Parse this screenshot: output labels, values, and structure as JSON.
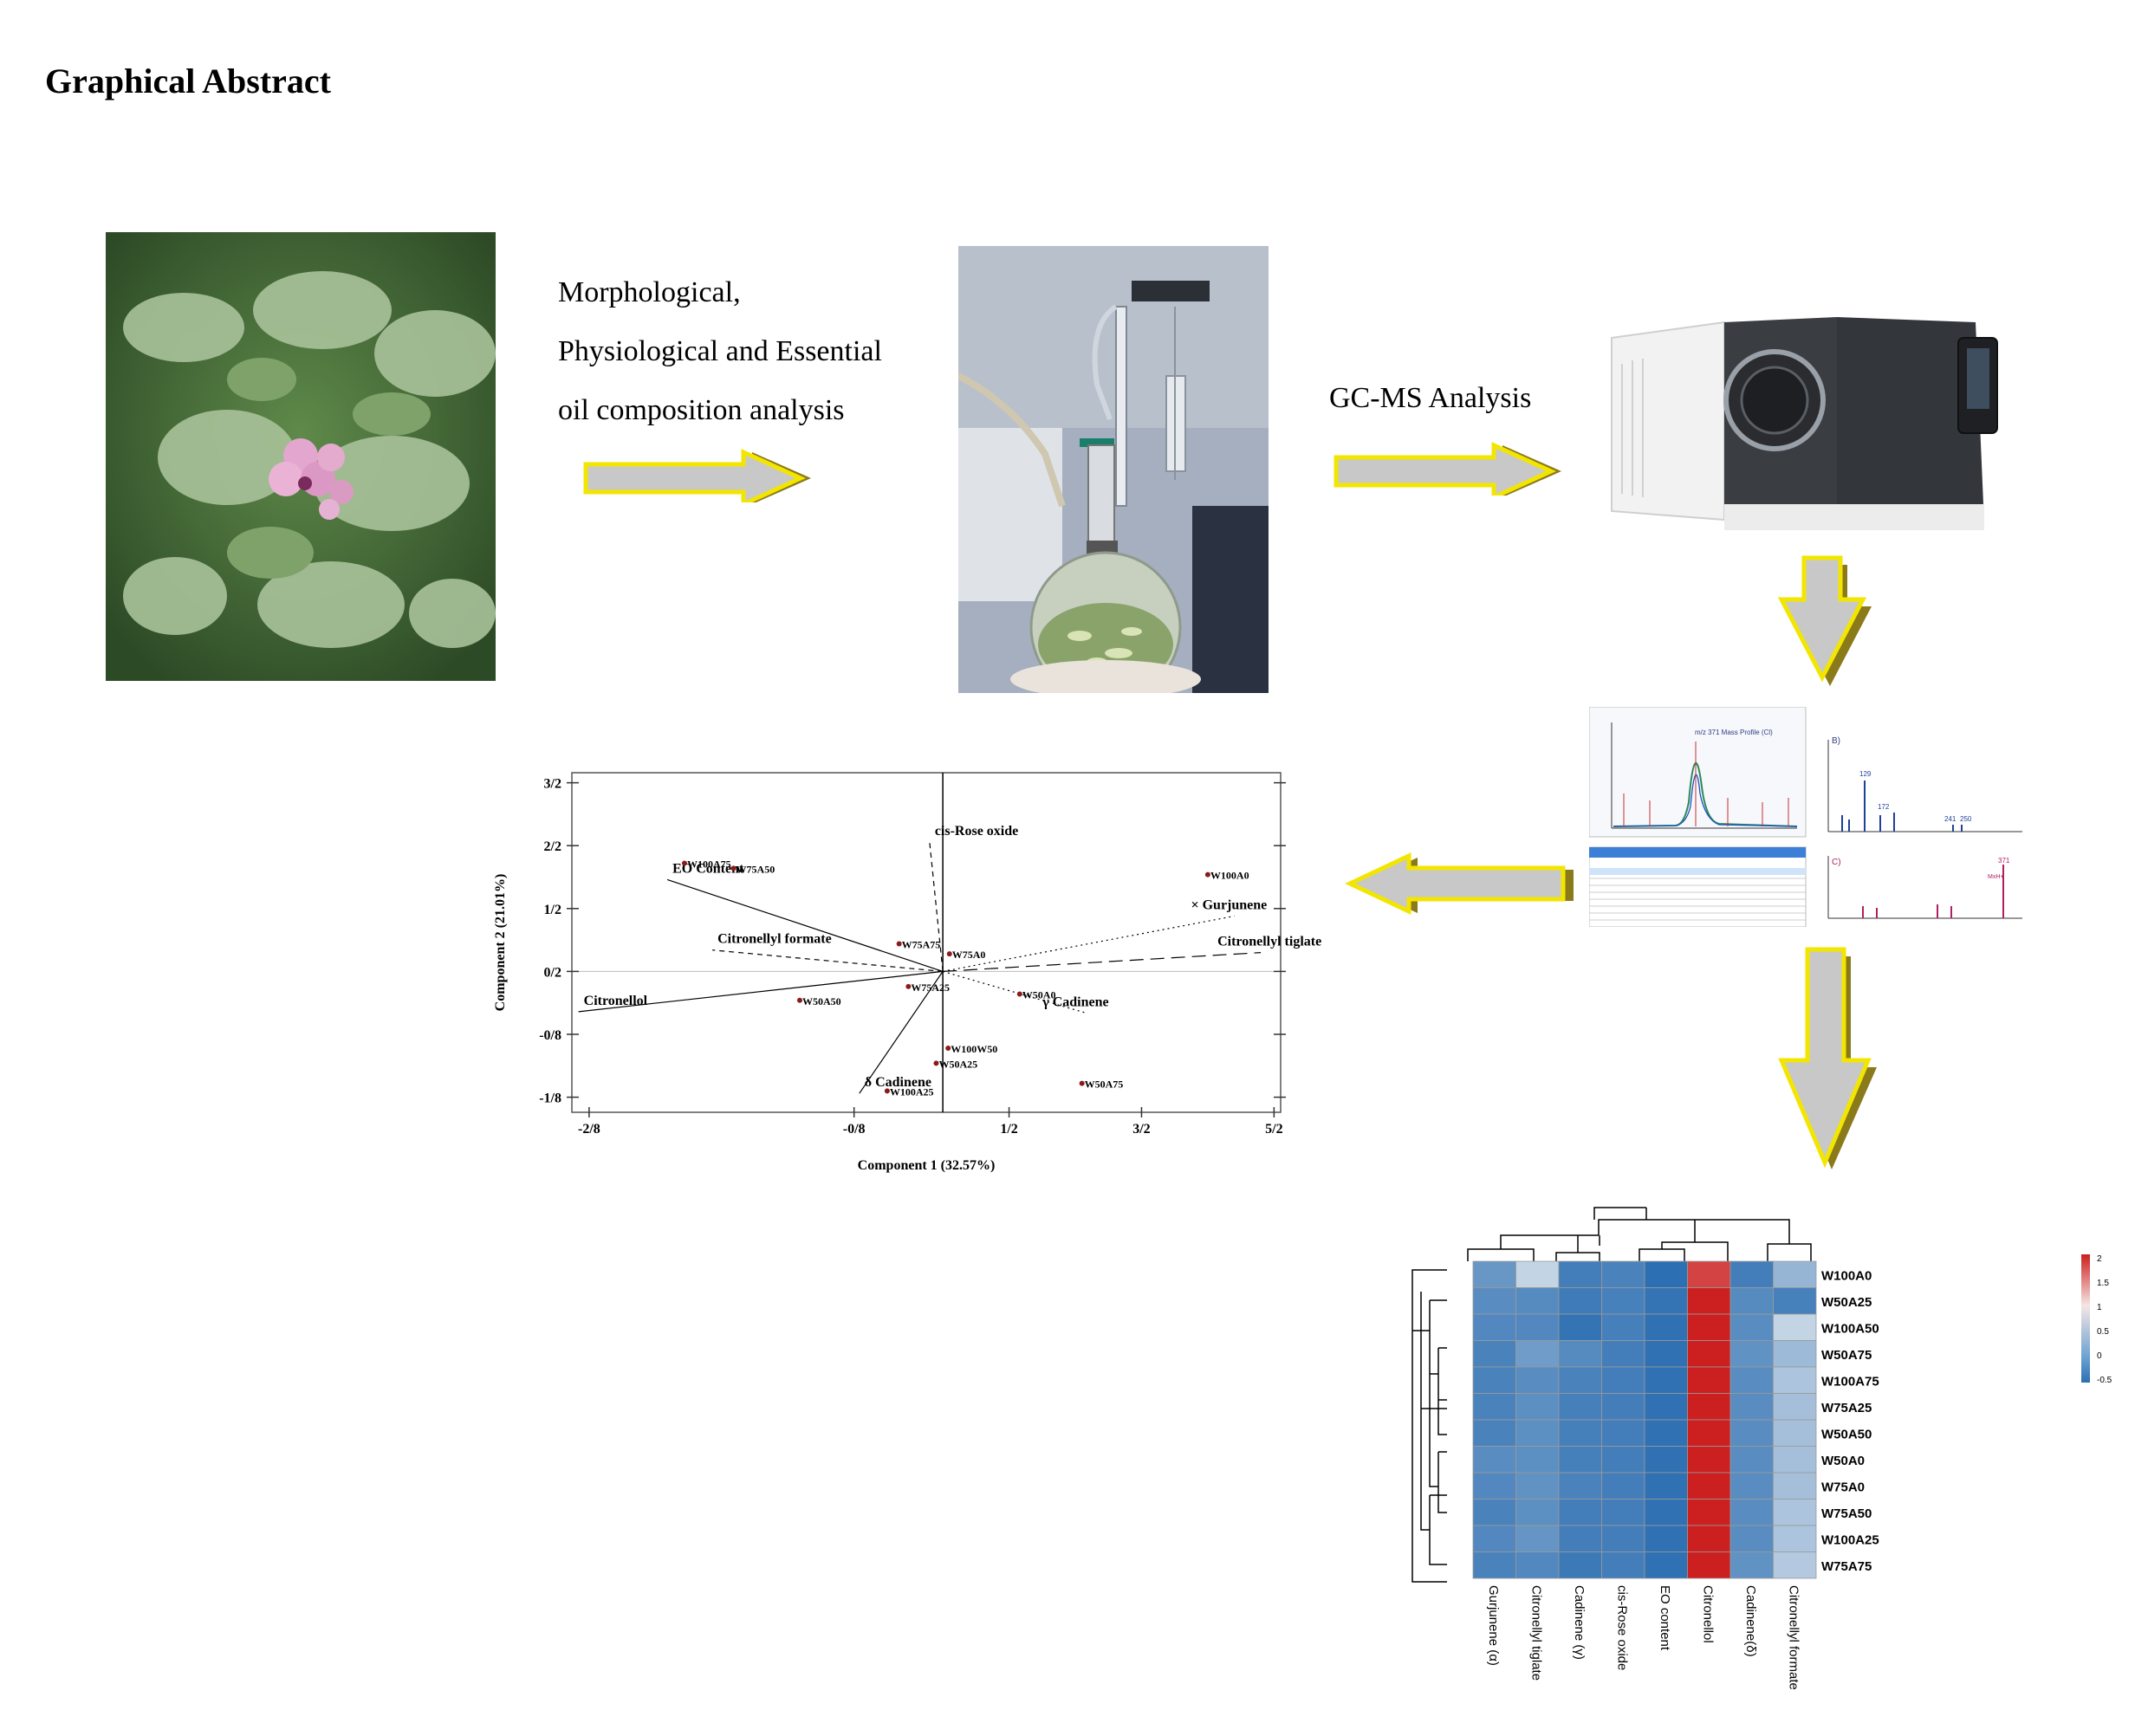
{
  "title": "Graphical Abstract",
  "step_text_1": [
    "Morphological,",
    "Physiological and Essential",
    "oil composition analysis"
  ],
  "step_text_2": "GC-MS Analysis",
  "spectra_panel": {
    "chrom_title": "m/z 371 Mass Profile (Cl)",
    "label_b": "B)",
    "label_c": "C)",
    "c_annotation": "MxH+",
    "b_peak_labels": [
      "129",
      "172",
      "241",
      "250"
    ],
    "c_peak_labels": [
      "371"
    ]
  },
  "chart_data": [
    {
      "type": "scatter",
      "title": "",
      "xlabel": "Component 1 (32.57%)",
      "ylabel": "Component 2 (21.01%)",
      "x_ticks": [
        -2.67,
        -0.67,
        0.5,
        1.5,
        2.5
      ],
      "x_tick_labels": [
        "-2/8",
        "-0/8",
        "1/2",
        "3/2",
        "5/2"
      ],
      "y_ticks": [
        1.5,
        1.0,
        0.5,
        0.0,
        -0.5,
        -1.0
      ],
      "y_tick_labels": [
        "3/2",
        "2/2",
        "1/2",
        "0/2",
        "-0/8",
        "-1/8"
      ],
      "xlim": [
        -2.8,
        2.55
      ],
      "ylim": [
        -1.12,
        1.58
      ],
      "points": [
        {
          "label": "W100A75",
          "x": -1.95,
          "y": 0.86
        },
        {
          "label": "W75A50",
          "x": -1.58,
          "y": 0.82
        },
        {
          "label": "W100A0",
          "x": 2.0,
          "y": 0.77
        },
        {
          "label": "W75A75",
          "x": -0.33,
          "y": 0.22
        },
        {
          "label": "W75A0",
          "x": 0.05,
          "y": 0.14
        },
        {
          "label": "W75A25",
          "x": -0.26,
          "y": -0.12
        },
        {
          "label": "W50A50",
          "x": -1.08,
          "y": -0.23
        },
        {
          "label": "W50A0",
          "x": 0.58,
          "y": -0.18
        },
        {
          "label": "W100W50",
          "x": 0.04,
          "y": -0.61
        },
        {
          "label": "W50A25",
          "x": -0.05,
          "y": -0.73
        },
        {
          "label": "W100A25",
          "x": -0.42,
          "y": -0.95
        },
        {
          "label": "W50A75",
          "x": 1.05,
          "y": -0.89
        }
      ],
      "loadings": [
        {
          "label": "cis-Rose oxide",
          "x": -0.1,
          "y": 1.03,
          "style": "dash"
        },
        {
          "label": "EO Content",
          "x": -2.08,
          "y": 0.73,
          "style": "solid"
        },
        {
          "label": "Citronellyl formate",
          "x": -1.74,
          "y": 0.17,
          "style": "dash"
        },
        {
          "label": "× Gurjunene",
          "x": 2.2,
          "y": 0.44,
          "style": "dot"
        },
        {
          "label": "Citronellyl tiglate",
          "x": 2.4,
          "y": 0.15,
          "style": "longdash"
        },
        {
          "label": "Citronellol",
          "x": -2.75,
          "y": -0.32,
          "style": "solid"
        },
        {
          "label": "γ Cadinene",
          "x": 1.08,
          "y": -0.33,
          "style": "dot"
        },
        {
          "label": "δ Cadinene",
          "x": -0.63,
          "y": -0.97,
          "style": "solid"
        }
      ]
    },
    {
      "type": "heatmap",
      "title": "",
      "columns": [
        "Gurjunene (α)",
        "Citronellyl tiglate",
        "Cadinene (γ)",
        "cis-Rose oxide",
        "EO content",
        "Citronellol",
        "Cadinene(δ)",
        "Citronellyl formate"
      ],
      "rows": [
        "W100A0",
        "W50A25",
        "W100A50",
        "W50A75",
        "W100A75",
        "W75A25",
        "W50A50",
        "W50A0",
        "W75A0",
        "W75A50",
        "W100A25",
        "W75A75"
      ],
      "values": [
        [
          -0.1,
          0.5,
          -0.35,
          -0.3,
          -0.6,
          1.75,
          -0.35,
          0.2
        ],
        [
          -0.2,
          -0.22,
          -0.38,
          -0.32,
          -0.45,
          2.15,
          -0.22,
          -0.32
        ],
        [
          -0.25,
          -0.25,
          -0.45,
          -0.33,
          -0.48,
          2.3,
          -0.2,
          0.5
        ],
        [
          -0.3,
          -0.05,
          -0.22,
          -0.35,
          -0.48,
          2.35,
          -0.15,
          0.25
        ],
        [
          -0.3,
          -0.2,
          -0.3,
          -0.35,
          -0.48,
          2.35,
          -0.2,
          0.35
        ],
        [
          -0.3,
          -0.18,
          -0.33,
          -0.35,
          -0.48,
          2.35,
          -0.2,
          0.3
        ],
        [
          -0.3,
          -0.18,
          -0.33,
          -0.35,
          -0.48,
          2.4,
          -0.2,
          0.3
        ],
        [
          -0.2,
          -0.18,
          -0.33,
          -0.35,
          -0.48,
          2.4,
          -0.2,
          0.3
        ],
        [
          -0.25,
          -0.15,
          -0.3,
          -0.35,
          -0.48,
          2.35,
          -0.2,
          0.3
        ],
        [
          -0.3,
          -0.18,
          -0.35,
          -0.35,
          -0.48,
          2.3,
          -0.2,
          0.35
        ],
        [
          -0.25,
          -0.12,
          -0.35,
          -0.35,
          -0.48,
          2.25,
          -0.2,
          0.35
        ],
        [
          -0.3,
          -0.25,
          -0.4,
          -0.35,
          -0.48,
          2.2,
          -0.15,
          0.4
        ]
      ],
      "color_scale": {
        "min": -0.5,
        "max": 2,
        "ticks": [
          "2",
          "1.5",
          "1",
          "0.5",
          "0",
          "-0.5"
        ],
        "low": "#2c6fb2",
        "mid": "#f5f5f5",
        "high": "#cc1f1f"
      }
    }
  ],
  "colors": {
    "arrow_fill": "#c8c8c8",
    "arrow_outline": "#f2e600",
    "arrow_shadow": "#8a7a1a"
  },
  "icons": [
    "geranium-plant-photo",
    "hydrodistillation-apparatus-photo",
    "gc-ms-instrument-photo",
    "mass-spectra-screenshot"
  ]
}
